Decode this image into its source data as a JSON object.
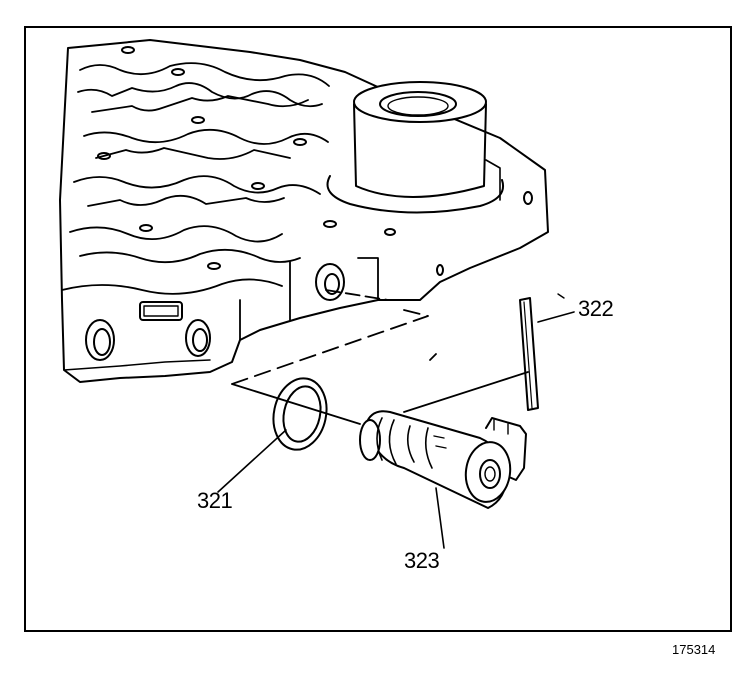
{
  "callouts": {
    "c321": "321",
    "c322": "322",
    "c323": "323"
  },
  "figure_number": "175314",
  "colors": {
    "line": "#000000",
    "background": "#ffffff"
  }
}
